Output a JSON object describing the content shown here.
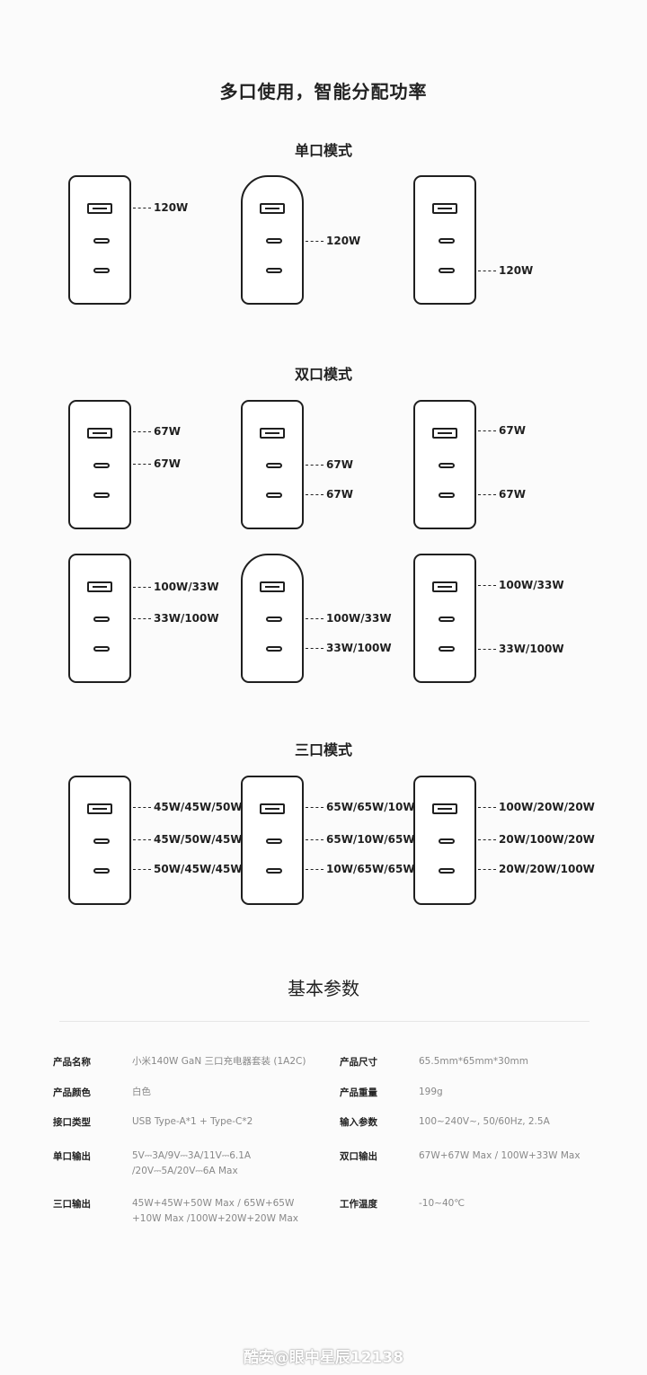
{
  "title": "多口使用，智能分配功率",
  "sections": {
    "single": "单口模式",
    "dual": "双口模式",
    "triple": "三口模式"
  },
  "single_mode": [
    {
      "usb_a": "120W"
    },
    {
      "usb_c1": "120W"
    },
    {
      "usb_c2": "120W"
    }
  ],
  "dual_mode_a": [
    {
      "top": "67W",
      "bottom": "67W"
    },
    {
      "top": "67W",
      "bottom": "67W"
    },
    {
      "top": "67W",
      "bottom": "67W"
    }
  ],
  "dual_mode_b": [
    {
      "top": "100W/33W",
      "bottom": "33W/100W"
    },
    {
      "top": "100W/33W",
      "bottom": "33W/100W"
    },
    {
      "top": "100W/33W",
      "bottom": "33W/100W"
    }
  ],
  "triple_mode": [
    {
      "a": "45W/45W/50W",
      "c1": "45W/50W/45W",
      "c2": "50W/45W/45W"
    },
    {
      "a": "65W/65W/10W",
      "c1": "65W/10W/65W",
      "c2": "10W/65W/65W"
    },
    {
      "a": "100W/20W/20W",
      "c1": "20W/100W/20W",
      "c2": "20W/20W/100W"
    }
  ],
  "specs_title": "基本参数",
  "specs": {
    "name_label": "产品名称",
    "name_value": "小米140W GaN 三口充电器套装 (1A2C)",
    "size_label": "产品尺寸",
    "size_value": "65.5mm*65mm*30mm",
    "color_label": "产品颜色",
    "color_value": "白色",
    "weight_label": "产品重量",
    "weight_value": "199g",
    "port_label": "接口类型",
    "port_value": "USB Type-A*1 + Type-C*2",
    "input_label": "输入参数",
    "input_value": "100~240V~, 50/60Hz, 2.5A",
    "single_label": "单口输出",
    "single_value_1": "5V⎓3A/9V⎓3A/11V⎓6.1A",
    "single_value_2": "/20V⎓5A/20V⎓6A Max",
    "dual_label": "双口输出",
    "dual_value": "67W+67W Max / 100W+33W Max",
    "triple_label": "三口输出",
    "triple_value_1": "45W+45W+50W Max / 65W+65W",
    "triple_value_2": "+10W Max /100W+20W+20W Max",
    "temp_label": "工作温度",
    "temp_value": "-10~40℃"
  },
  "watermark": "酷安@眼中星辰12138"
}
